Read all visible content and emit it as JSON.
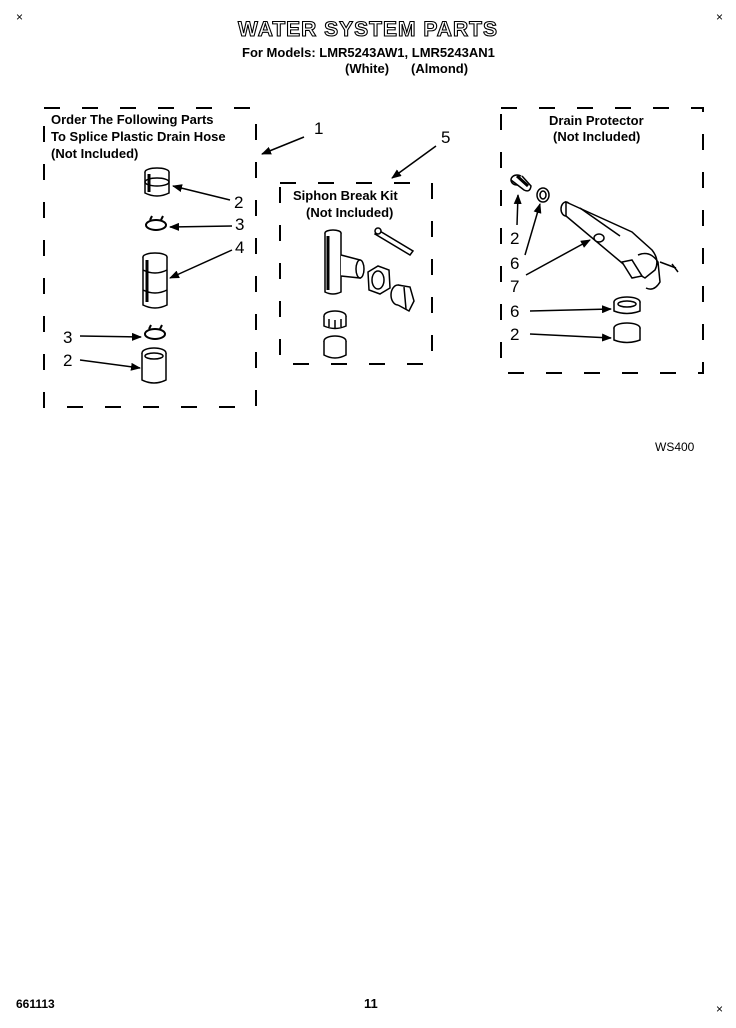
{
  "header": {
    "title": "WATER SYSTEM PARTS",
    "models_line": "For Models: LMR5243AW1, LMR5243AN1",
    "variant_white": "(White)",
    "variant_almond": "(Almond)"
  },
  "left_box": {
    "line1": "Order The Following Parts",
    "line2": "To Splice Plastic Drain Hose",
    "line3": "(Not Included)"
  },
  "middle_box": {
    "line1": "Siphon Break Kit",
    "line2": "(Not Included)"
  },
  "right_box": {
    "line1": "Drain Protector",
    "line2": "(Not Included)"
  },
  "callouts": {
    "left_1": "1",
    "left_2a": "2",
    "left_3a": "3",
    "left_4": "4",
    "left_3b": "3",
    "left_2b": "2",
    "mid_5": "5",
    "right_2a": "2",
    "right_6a": "6",
    "right_7": "7",
    "right_6b": "6",
    "right_2b": "2"
  },
  "footer": {
    "diagram_code": "WS400",
    "doc_code": "661113",
    "page_number": "11"
  }
}
